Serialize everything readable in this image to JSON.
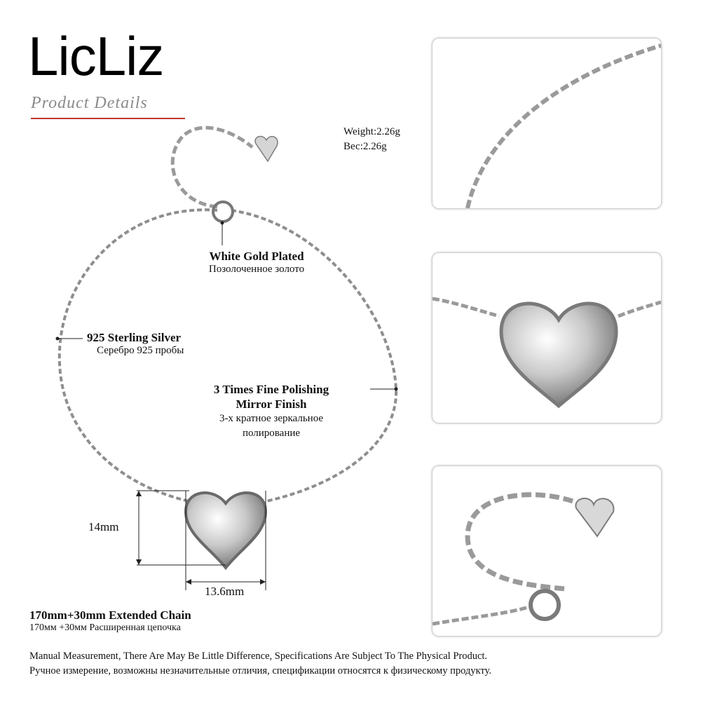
{
  "brand": "LicLiz",
  "subtitle": "Product Details",
  "weight": {
    "en": "Weight:2.26g",
    "ru": "Вес:2.26g"
  },
  "features": {
    "white_gold": {
      "en": "White Gold Plated",
      "ru": "Позолоченное золото"
    },
    "silver": {
      "en": "925 Sterling Silver",
      "ru": "Серебро 925 пробы"
    },
    "polishing": {
      "en1": "3 Times Fine Polishing",
      "en2": "Mirror Finish",
      "ru1": "3-х кратное зеркальное",
      "ru2": "полирование"
    }
  },
  "dimensions": {
    "height": "14mm",
    "width": "13.6mm"
  },
  "chain": {
    "en": "170mm+30mm Extended Chain",
    "ru": "170мм +30мм Расширенная цепочка"
  },
  "disclaimer": {
    "en": "Manual Measurement, There Are May Be Little Difference, Specifications Are Subject To The Physical Product.",
    "ru": "Ручное измерение, возможны незначительные отличия, спецификации относятся к физическому продукту."
  },
  "colors": {
    "accent_line": "#c0392b",
    "subtitle": "#8a8a8a",
    "silver": "#9a9a9a"
  },
  "icons": [
    "bracelet-image",
    "heart-charm-icon",
    "chain-detail-image",
    "heart-detail-image",
    "clasp-detail-image"
  ]
}
